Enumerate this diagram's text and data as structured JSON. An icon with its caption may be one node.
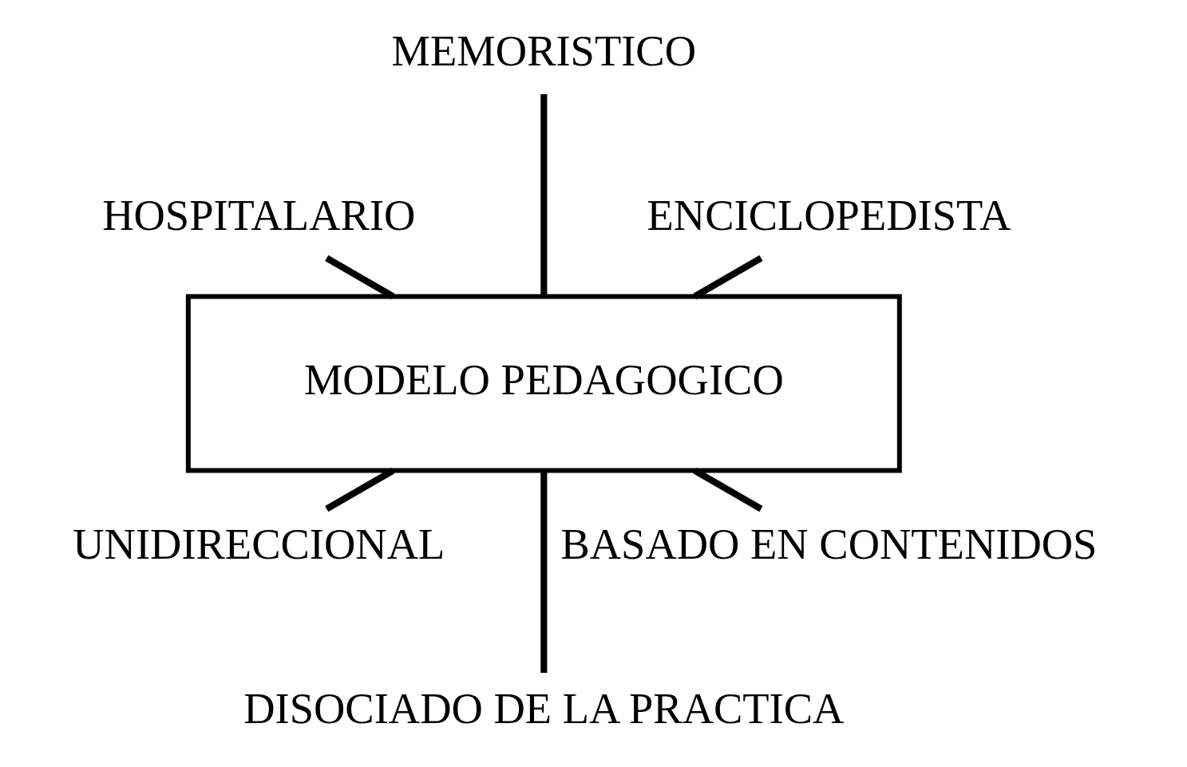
{
  "diagram": {
    "nodes": [
      {
        "text": [
          "ENCICLOPEDISTA"
        ]
      },
      {
        "text": [
          "MEMORISTICO"
        ]
      },
      {
        "text": [
          "HOSPITALARIO"
        ]
      },
      {
        "text": [
          "MODELO PEDAGOGICO"
        ]
      },
      {
        "text": [
          "UNIDIRECCIONAL"
        ]
      },
      {
        "text": [
          "DISOCIADO DE LA PRACTICA"
        ]
      },
      {
        "text": [
          "BASADO EN CONTENIDOS"
        ]
      }
    ],
    "edges": [
      {
        "from": 3,
        "to": 0,
        "arrow": "none"
      },
      {
        "from": 3,
        "to": 1,
        "arrow": "none"
      },
      {
        "from": 3,
        "to": 2,
        "arrow": "none"
      },
      {
        "from": 3,
        "to": 4,
        "arrow": "none"
      },
      {
        "from": 3,
        "to": 5,
        "arrow": "none"
      },
      {
        "from": 3,
        "to": 6,
        "arrow": "none"
      }
    ]
  }
}
